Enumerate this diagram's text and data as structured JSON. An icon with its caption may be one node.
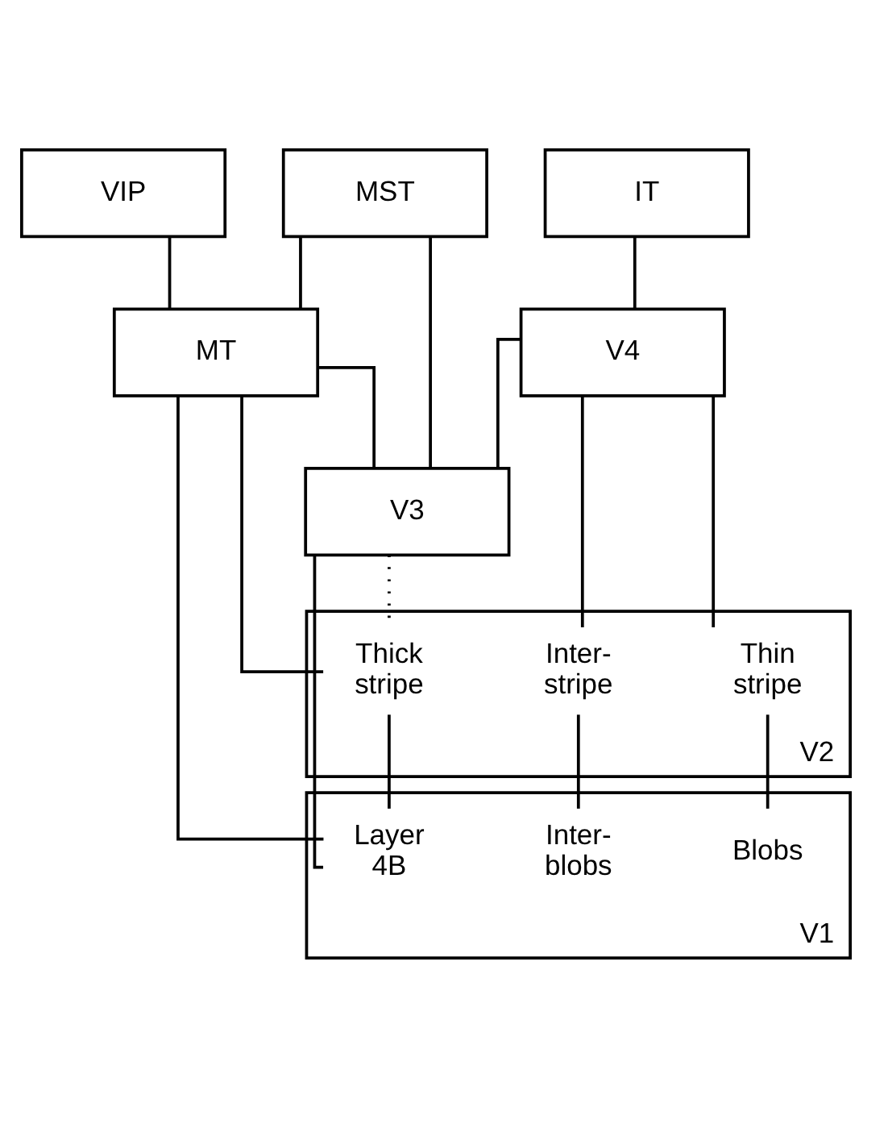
{
  "diagram": {
    "nodes": [
      {
        "text": [
          "VIP"
        ]
      },
      {
        "text": [
          "MST"
        ]
      },
      {
        "text": [
          "IT"
        ]
      },
      {
        "text": [
          "MT"
        ]
      },
      {
        "text": [
          "V4"
        ]
      },
      {
        "text": [
          "V3"
        ]
      },
      {
        "text": [
          "V2"
        ]
      },
      {
        "text": [
          "Thick stripe"
        ],
        "in": 6
      },
      {
        "text": [
          "Inter- stripe"
        ],
        "in": 6
      },
      {
        "text": [
          "Thin stripe"
        ],
        "in": 6
      },
      {
        "text": [
          "V1"
        ]
      },
      {
        "text": [
          "Inter- blobs"
        ],
        "in": 10
      },
      {
        "text": [
          "Blobs"
        ],
        "in": 10
      },
      {
        "text": [
          "Layer 4B"
        ],
        "in": 10
      }
    ],
    "edges": [
      {
        "from": 0,
        "to": 3,
        "arrow": "none"
      },
      {
        "from": 1,
        "to": 3,
        "arrow": "none"
      },
      {
        "from": 1,
        "to": 5,
        "arrow": "none"
      },
      {
        "from": 2,
        "to": 4,
        "arrow": "none"
      },
      {
        "from": 3,
        "to": 5,
        "arrow": "none"
      },
      {
        "from": 4,
        "to": 5,
        "arrow": "none"
      },
      {
        "from": 3,
        "to": 7,
        "arrow": "none"
      },
      {
        "from": 3,
        "to": 13,
        "arrow": "none"
      },
      {
        "from": 5,
        "to": 13,
        "arrow": "none"
      },
      {
        "from": 5,
        "to": 7,
        "arrow": "none",
        "style": "dashed"
      },
      {
        "from": 4,
        "to": 8,
        "arrow": "none"
      },
      {
        "from": 4,
        "to": 9,
        "arrow": "none"
      },
      {
        "from": 7,
        "to": 13,
        "arrow": "none"
      },
      {
        "from": 8,
        "to": 11,
        "arrow": "none"
      },
      {
        "from": 9,
        "to": 12,
        "arrow": "none"
      }
    ]
  }
}
